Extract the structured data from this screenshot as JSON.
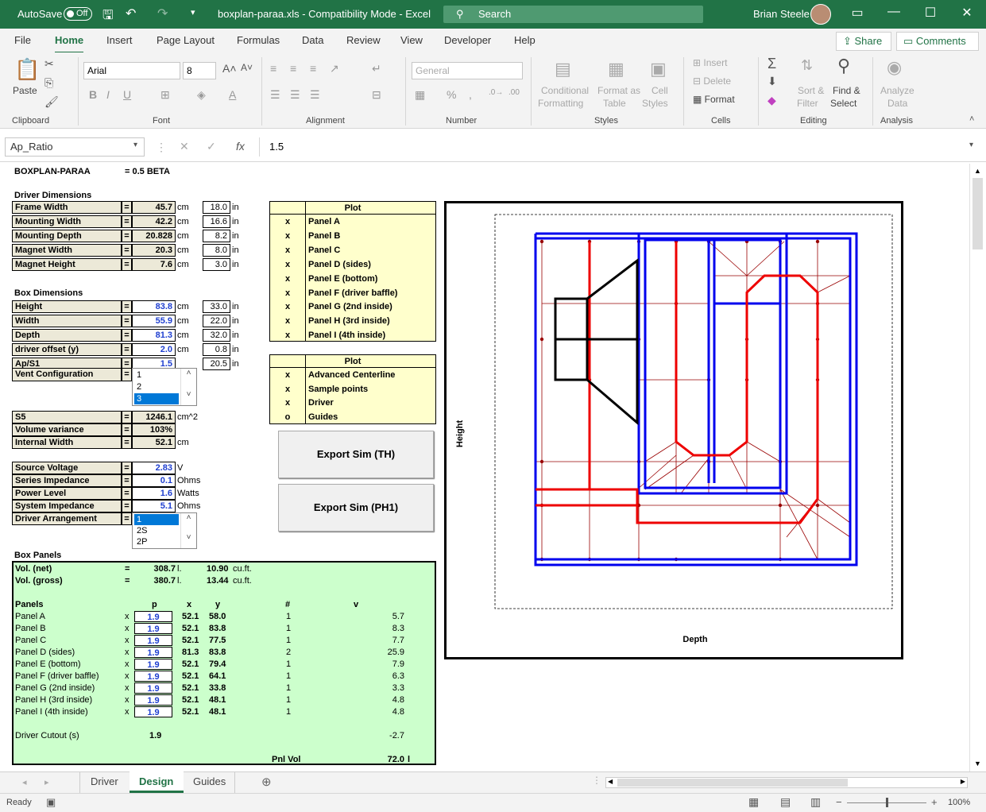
{
  "titlebar": {
    "autosave": "AutoSave",
    "autosave_state": "Off",
    "doc_title": "boxplan-paraa.xls  -  Compatibility Mode  -  Excel",
    "search": "Search",
    "user": "Brian Steele"
  },
  "tabs": [
    "File",
    "Home",
    "Insert",
    "Page Layout",
    "Formulas",
    "Data",
    "Review",
    "View",
    "Developer",
    "Help"
  ],
  "share": "Share",
  "comments": "Comments",
  "ribbon": {
    "paste": "Paste",
    "clipboard": "Clipboard",
    "font_name": "Arial",
    "font_size": "8",
    "font": "Font",
    "alignment": "Alignment",
    "number_format": "General",
    "number": "Number",
    "conditional": "Conditional",
    "formatting": "Formatting",
    "format_as": "Format as",
    "table": "Table",
    "cell": "Cell",
    "styles_btn": "Styles",
    "styles": "Styles",
    "insert": "Insert",
    "delete": "Delete",
    "format": "Format",
    "cells": "Cells",
    "sort": "Sort &",
    "filter": "Filter",
    "find": "Find &",
    "select": "Select",
    "editing": "Editing",
    "analyze": "Analyze",
    "data": "Data",
    "analysis": "Analysis"
  },
  "formula_bar": {
    "name_box": "Ap_Ratio",
    "formula": "1.5"
  },
  "sheet": {
    "title": "BOXPLAN-PARAA",
    "version": "= 0.5 BETA",
    "driver_dim_header": "Driver Dimensions",
    "driver_dims": [
      {
        "label": "Frame Width",
        "eq": "=",
        "val": "45.7",
        "unit": "cm",
        "in": "18.0",
        "in_unit": "in"
      },
      {
        "label": "Mounting Width",
        "eq": "=",
        "val": "42.2",
        "unit": "cm",
        "in": "16.6",
        "in_unit": "in"
      },
      {
        "label": "Mounting Depth",
        "eq": "=",
        "val": "20.828",
        "unit": "cm",
        "in": "8.2",
        "in_unit": "in"
      },
      {
        "label": "Magnet Width",
        "eq": "=",
        "val": "20.3",
        "unit": "cm",
        "in": "8.0",
        "in_unit": "in"
      },
      {
        "label": "Magnet Height",
        "eq": "=",
        "val": "7.6",
        "unit": "cm",
        "in": "3.0",
        "in_unit": "in"
      }
    ],
    "box_dim_header": "Box Dimensions",
    "box_dims": [
      {
        "label": "Height",
        "eq": "=",
        "val": "83.8",
        "unit": "cm",
        "in": "33.0",
        "in_unit": "in"
      },
      {
        "label": "Width",
        "eq": "=",
        "val": "55.9",
        "unit": "cm",
        "in": "22.0",
        "in_unit": "in"
      },
      {
        "label": "Depth",
        "eq": "=",
        "val": "81.3",
        "unit": "cm",
        "in": "32.0",
        "in_unit": "in"
      },
      {
        "label": "driver offset (y)",
        "eq": "=",
        "val": "2.0",
        "unit": "cm",
        "in": "0.8",
        "in_unit": "in"
      },
      {
        "label": "Ap/S1",
        "eq": "=",
        "val": "1.5",
        "unit": "",
        "in": "20.5",
        "in_unit": "in"
      }
    ],
    "vent_label": "Vent Configuration",
    "vent_eq": "=",
    "vent_options": [
      "1",
      "2",
      "3"
    ],
    "s5": {
      "label": "S5",
      "eq": "=",
      "val": "1246.1",
      "unit": "cm^2"
    },
    "volvar": {
      "label": "Volume variance",
      "eq": "=",
      "val": "103%"
    },
    "intwidth": {
      "label": "Internal Width",
      "eq": "=",
      "val": "52.1",
      "unit": "cm"
    },
    "elec": [
      {
        "label": "Source Voltage",
        "eq": "=",
        "val": "2.83",
        "unit": "V"
      },
      {
        "label": "Series Impedance",
        "eq": "=",
        "val": "0.1",
        "unit": "Ohms"
      },
      {
        "label": "Power Level",
        "eq": "=",
        "val": "1.6",
        "unit": "Watts"
      },
      {
        "label": "System Impedance",
        "eq": "=",
        "val": "5.1",
        "unit": "Ohms"
      }
    ],
    "arr_label": "Driver Arrangement",
    "arr_eq": "=",
    "arr_options": [
      "1",
      "2S",
      "2P"
    ],
    "plot1": {
      "header": "Plot",
      "rows": [
        {
          "m": "x",
          "t": "Panel A"
        },
        {
          "m": "x",
          "t": "Panel B"
        },
        {
          "m": "x",
          "t": "Panel C"
        },
        {
          "m": "x",
          "t": "Panel D (sides)"
        },
        {
          "m": "x",
          "t": "Panel E (bottom)"
        },
        {
          "m": "x",
          "t": "Panel F (driver baffle)"
        },
        {
          "m": "x",
          "t": "Panel G (2nd inside)"
        },
        {
          "m": "x",
          "t": "Panel H (3rd inside)"
        },
        {
          "m": "x",
          "t": "Panel I (4th inside)"
        }
      ]
    },
    "plot2": {
      "header": "Plot",
      "rows": [
        {
          "m": "x",
          "t": "Advanced Centerline"
        },
        {
          "m": "x",
          "t": "Sample points"
        },
        {
          "m": "x",
          "t": "Driver"
        },
        {
          "m": "o",
          "t": "Guides"
        }
      ]
    },
    "btn_th": "Export Sim (TH)",
    "btn_ph1": "Export Sim (PH1)",
    "box_panels_header": "Box Panels",
    "vol_net": {
      "label": "Vol. (net)",
      "eq": "=",
      "val": "308.7",
      "u": "l.",
      "cf": "10.90",
      "cu": "cu.ft."
    },
    "vol_gross": {
      "label": "Vol. (gross)",
      "eq": "=",
      "val": "380.7",
      "u": "l.",
      "cf": "13.44",
      "cu": "cu.ft."
    },
    "panel_headers": {
      "name": "Panels",
      "p": "p",
      "x": "x",
      "y": "y",
      "n": "#",
      "v": "v"
    },
    "panels": [
      {
        "name": "Panel A",
        "m": "x",
        "p": "1.9",
        "x": "52.1",
        "y": "58.0",
        "n": "1",
        "v": "5.7"
      },
      {
        "name": "Panel B",
        "m": "x",
        "p": "1.9",
        "x": "52.1",
        "y": "83.8",
        "n": "1",
        "v": "8.3"
      },
      {
        "name": "Panel C",
        "m": "x",
        "p": "1.9",
        "x": "52.1",
        "y": "77.5",
        "n": "1",
        "v": "7.7"
      },
      {
        "name": "Panel D (sides)",
        "m": "x",
        "p": "1.9",
        "x": "81.3",
        "y": "83.8",
        "n": "2",
        "v": "25.9"
      },
      {
        "name": "Panel E (bottom)",
        "m": "x",
        "p": "1.9",
        "x": "52.1",
        "y": "79.4",
        "n": "1",
        "v": "7.9"
      },
      {
        "name": "Panel F (driver baffle)",
        "m": "x",
        "p": "1.9",
        "x": "52.1",
        "y": "64.1",
        "n": "1",
        "v": "6.3"
      },
      {
        "name": "Panel G (2nd inside)",
        "m": "x",
        "p": "1.9",
        "x": "52.1",
        "y": "33.8",
        "n": "1",
        "v": "3.3"
      },
      {
        "name": "Panel H (3rd inside)",
        "m": "x",
        "p": "1.9",
        "x": "52.1",
        "y": "48.1",
        "n": "1",
        "v": "4.8"
      },
      {
        "name": "Panel I (4th inside)",
        "m": "x",
        "p": "1.9",
        "x": "52.1",
        "y": "48.1",
        "n": "1",
        "v": "4.8"
      }
    ],
    "cutout": {
      "label": "Driver Cutout (s)",
      "p": "1.9",
      "v": "-2.7"
    },
    "pnlvol": {
      "label": "Pnl Vol",
      "val": "72.0",
      "u": "l"
    },
    "chart": {
      "ylabel": "Height",
      "xlabel": "Depth",
      "colors": {
        "outer": "#0000ee",
        "path": "#ee0000",
        "driver": "#000000",
        "guide": "#990000"
      }
    }
  },
  "sheet_tabs": [
    "Driver",
    "Design",
    "Guides"
  ],
  "status": {
    "ready": "Ready",
    "zoom": "100%"
  }
}
